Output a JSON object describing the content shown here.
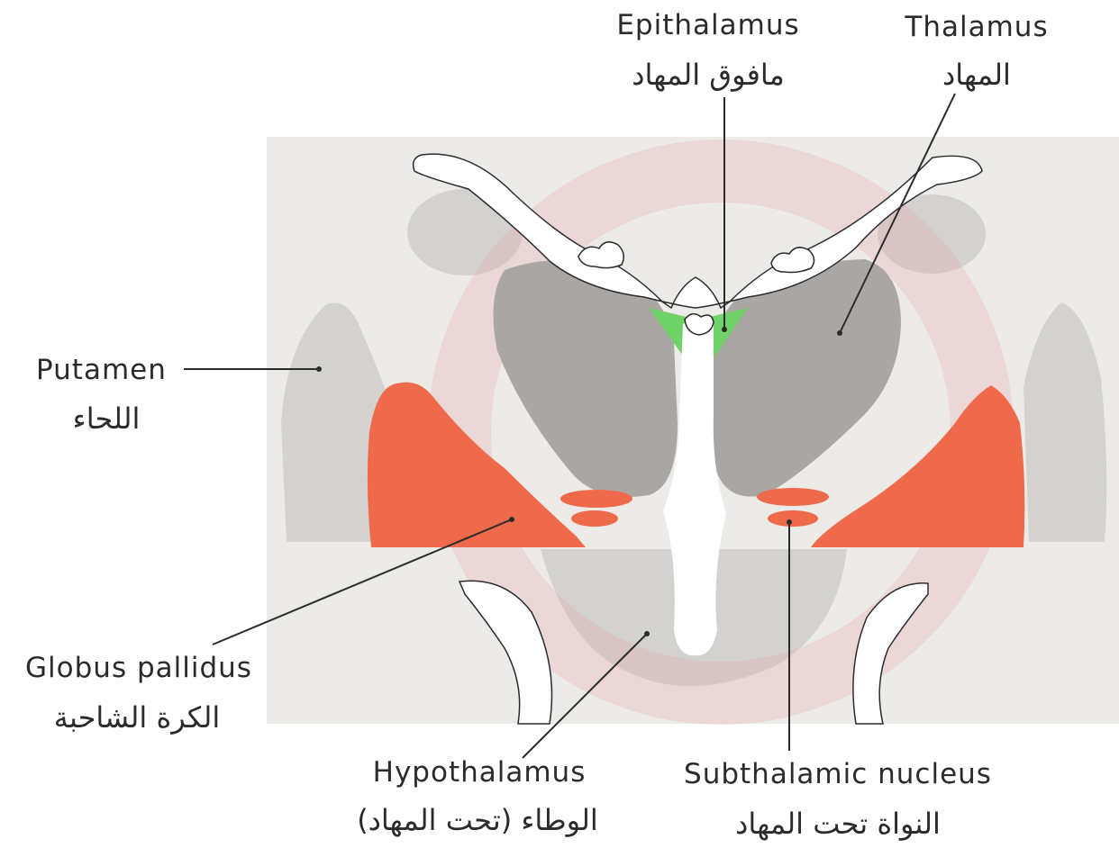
{
  "labels": {
    "epithalamus": {
      "en": "Epithalamus",
      "ar": "مافوق المهاد"
    },
    "thalamus": {
      "en": "Thalamus",
      "ar": "المهاد"
    },
    "putamen": {
      "en": "Putamen",
      "ar": "اللحاء"
    },
    "globus_pallidus": {
      "en": "Globus pallidus",
      "ar": "الكرة الشاحبة"
    },
    "hypothalamus": {
      "en": "Hypothalamus",
      "ar": "الوطاء (تحت المهاد)"
    },
    "subthalamic_nucleus": {
      "en": "Subthalamic nucleus",
      "ar": "النواة تحت المهاد"
    }
  },
  "colors": {
    "background_tissue": "#ecebe8",
    "grey_matter": "#d4d2cf",
    "thalamus": "#aaa6a4",
    "globus_pallidus": "#ee6a4a",
    "epithalamus": "#6fd36a",
    "ventricle": "#ffffff",
    "watermark": "#e8a0a0",
    "leader_line": "#2b2b2b"
  }
}
